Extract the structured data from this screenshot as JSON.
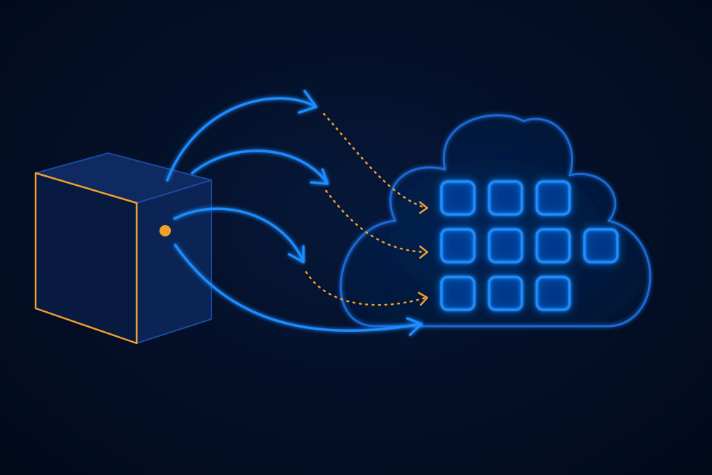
{
  "colors": {
    "background": "#030c1e",
    "blue_accent": "#1c8cff",
    "blue_glow": "#1a6dff",
    "orange_accent": "#f2a02c",
    "box_face": "#0a1f4a",
    "box_side": "#0b2455",
    "box_top": "#0e2a60"
  },
  "diagram": {
    "source": {
      "kind": "server-box",
      "icon": "cube-icon",
      "port_icon": "port-dot-icon"
    },
    "target": {
      "kind": "cloud",
      "icon": "cloud-icon",
      "grid_rows": [
        3,
        4,
        3
      ]
    },
    "connections": {
      "solid_blue_arrows": 4,
      "dotted_orange_arrows": 3
    }
  }
}
